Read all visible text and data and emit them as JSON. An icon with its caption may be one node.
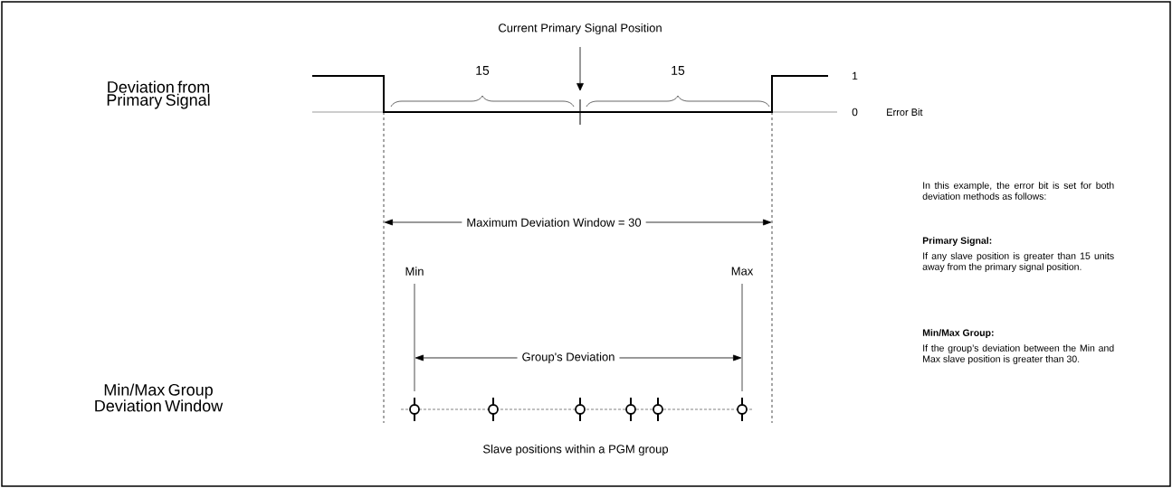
{
  "diagram": {
    "labels": [
      "Current Primary Signal Position",
      "Deviation from Primary Signal",
      "15",
      "15",
      "1",
      "0",
      "Error Bit",
      "In this example, the error bit is set for both deviation methods as follows:",
      "Maximum Deviation Window = 30",
      "Primary Signal:",
      "If any slave position is greater than 15 units away from the primary signal position.",
      "Min",
      "Max",
      "Min/Max Group:",
      "If the group’s deviation between the Min and Max slave position is greater than 30.",
      "Group's Deviation",
      "Min/Max Group Deviation Window",
      "Slave positions within a PGM group"
    ]
  }
}
